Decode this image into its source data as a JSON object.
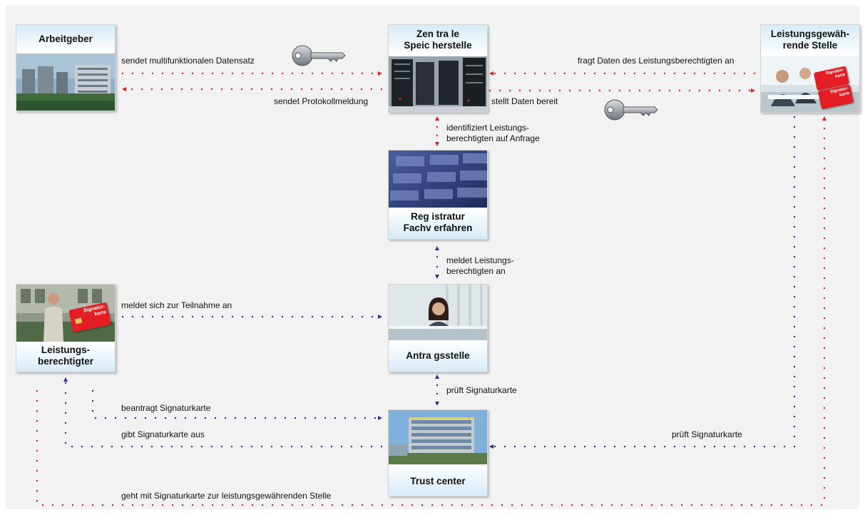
{
  "colors": {
    "red_arrow": "#e31e24",
    "blue_arrow": "#2e3190",
    "label_gradient": "#d7ebf8",
    "background": "#f2f2f2"
  },
  "nodes": {
    "arbeitgeber": "Arbeitgeber",
    "zentrale_line1": "Zen tra le",
    "zentrale_line2": "Speic herstelle",
    "leistungsgewaehrende_line1": "Leistungsgewäh-",
    "leistungsgewaehrende_line2": "rende Stelle",
    "registratur_line1": "Reg istratur",
    "registratur_line2": "Fachv erfahren",
    "leistungsberechtigter_line1": "Leistungs-",
    "leistungsberechtigter_line2": "berechtigter",
    "antragsstelle": "Antra gsstelle",
    "trust_center": "Trust center"
  },
  "edges": {
    "sendet_datensatz": "sendet multifunktionalen Datensatz",
    "sendet_protokoll": "sendet Protokollmeldung",
    "fragt_daten": "fragt Daten des Leistungsberechtigten an",
    "stellt_daten": "stellt Daten bereit",
    "identifiziert_line1": "identifiziert Leistungs-",
    "identifiziert_line2": "berechtigten auf Anfrage",
    "meldet_line1": "meldet Leistungs-",
    "meldet_line2": "berechtigten an",
    "meldet_sich": "meldet sich zur Teilnahme an",
    "prueft_antrag": "prüft Signaturkarte",
    "beantragt": "beantragt Signaturkarte",
    "gibt_aus": "gibt Signaturkarte aus",
    "prueft_trust": "prüft Signaturkarte",
    "geht_mit": "geht mit Signaturkarte zur leistungsgewährenden Stelle"
  },
  "card_text": {
    "line1": "Signatur-",
    "line2": "karte"
  },
  "icons": [
    "key-icon",
    "signature-card-icon"
  ]
}
